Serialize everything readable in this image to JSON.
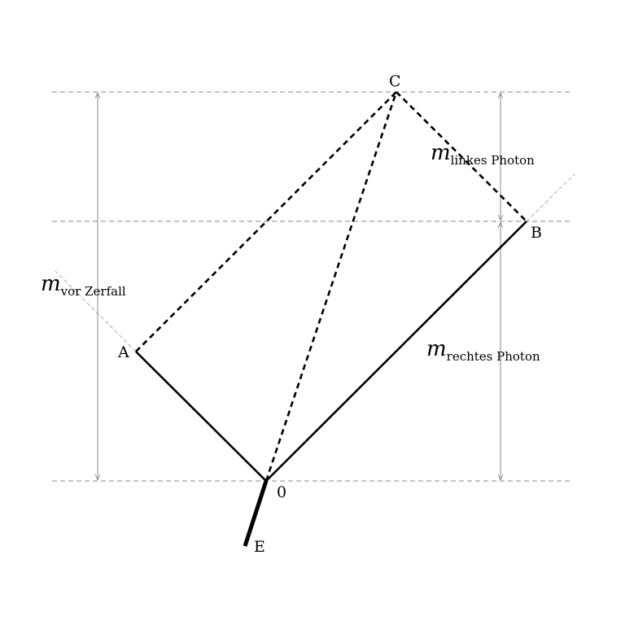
{
  "points": {
    "C": "C",
    "B": "B",
    "A": "A",
    "O": "0",
    "E": "E"
  },
  "labels": {
    "m_vor": {
      "main": "m",
      "sub": "vor Zerfall"
    },
    "m_links": {
      "main": "m",
      "sub": "linkes Photon"
    },
    "m_rechts": {
      "main": "m",
      "sub": "rechtes Photon"
    }
  },
  "colors": {
    "ink": "#000000",
    "guide": "#888888"
  }
}
